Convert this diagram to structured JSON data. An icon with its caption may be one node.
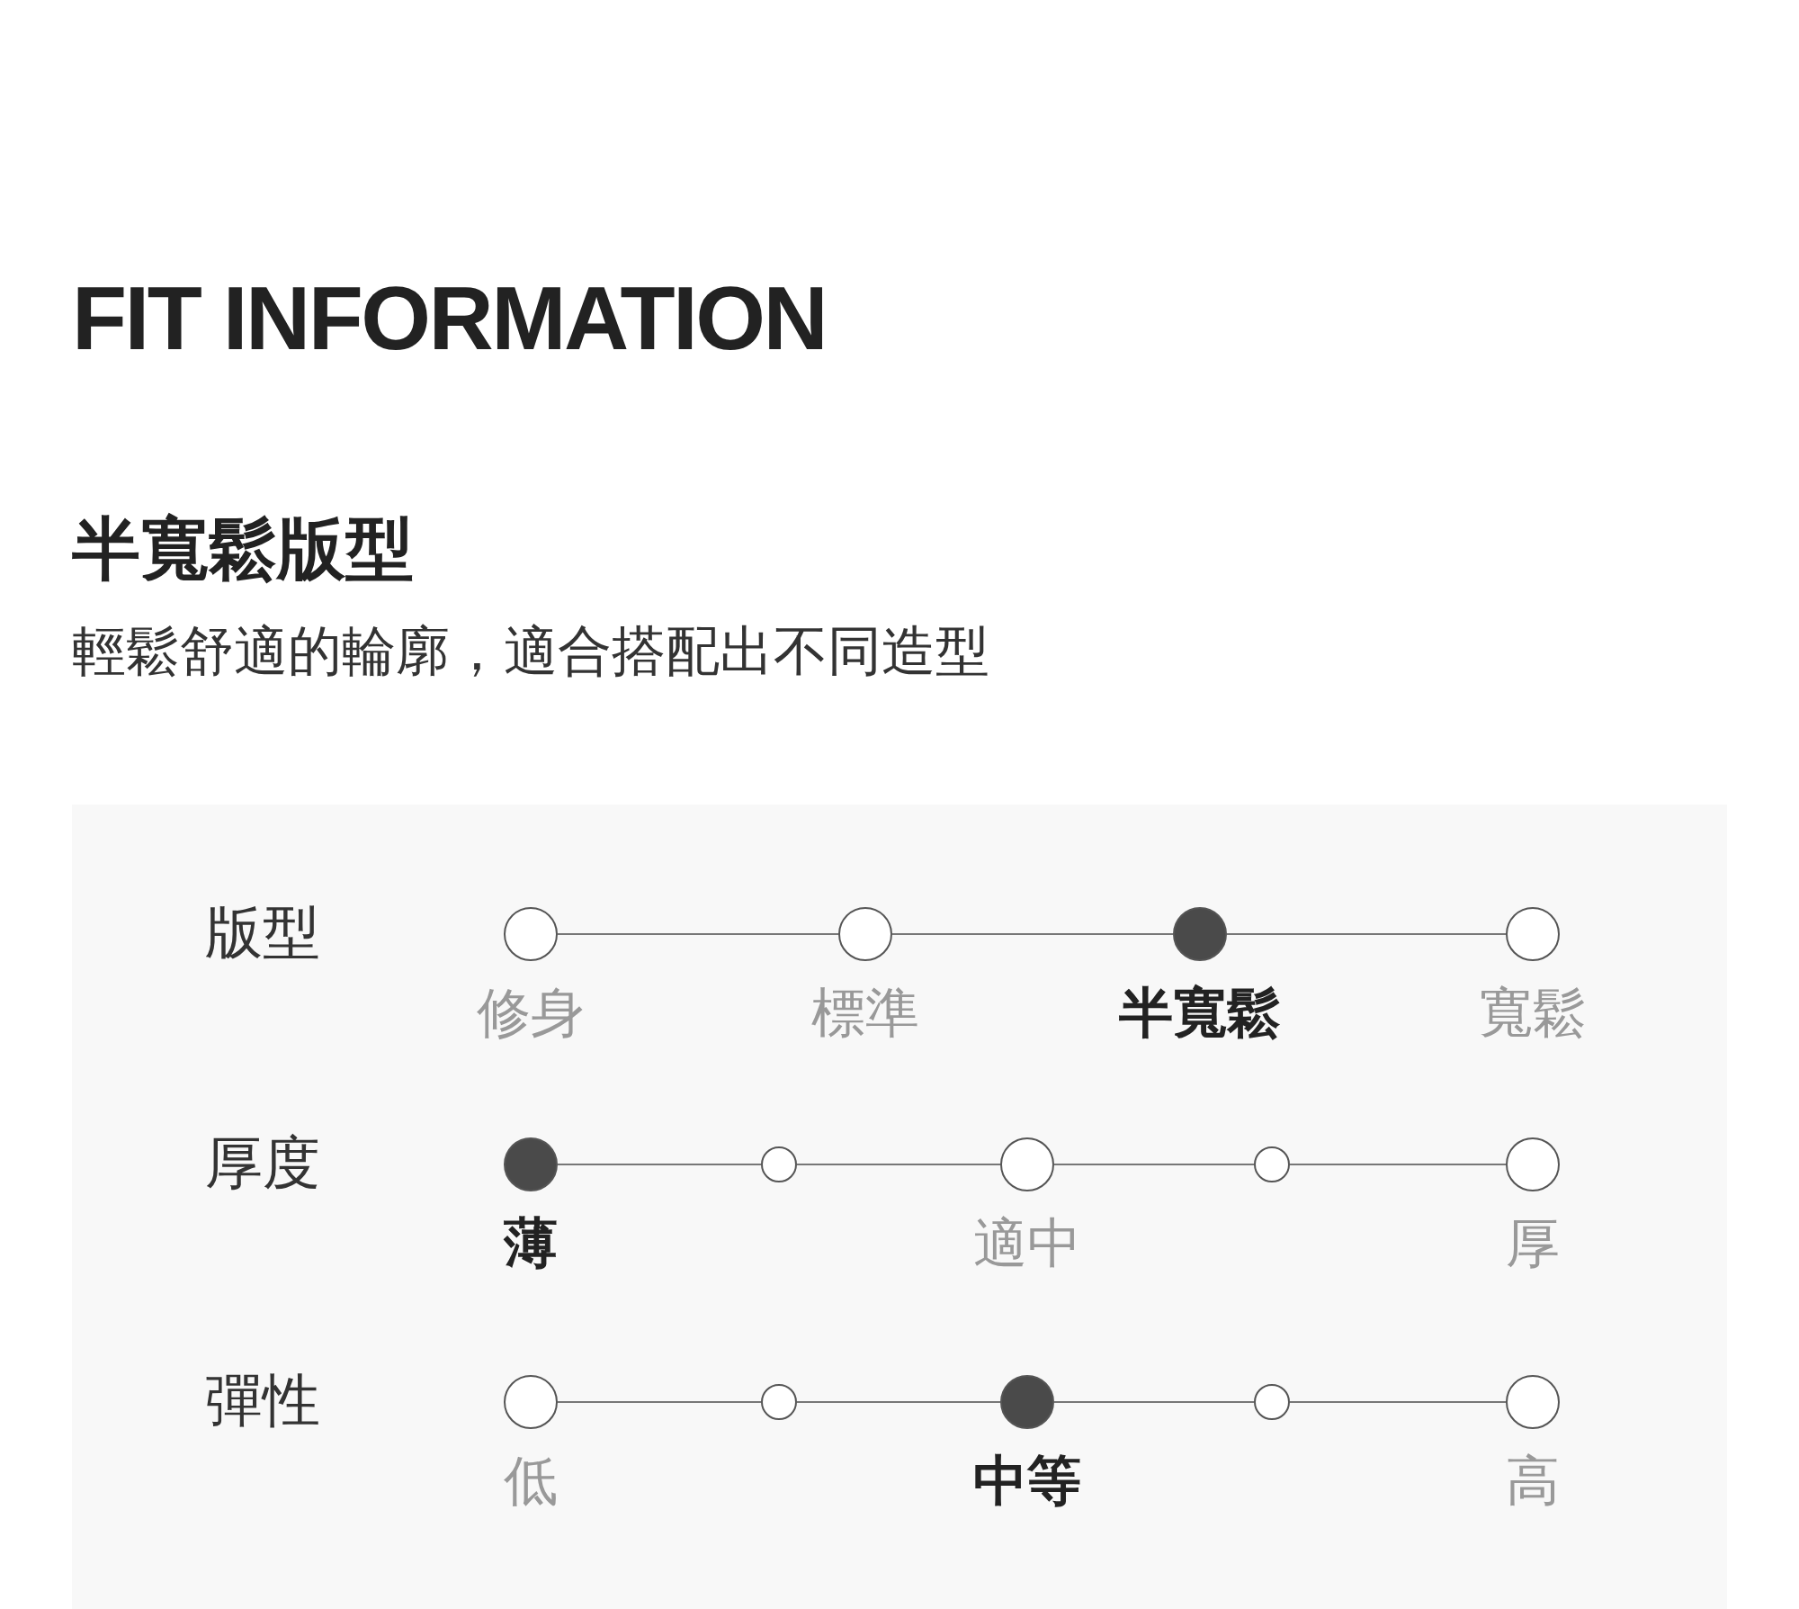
{
  "diagram": {
    "title": "FIT INFORMATION",
    "nodes": [
      {
        "text": [],
        "shape": "circle",
        "beside": [
          "修身"
        ]
      },
      {
        "text": [],
        "shape": "circle",
        "beside": [
          "標準"
        ]
      },
      {
        "text": [],
        "shape": "dot",
        "beside": [
          "半寬鬆"
        ]
      },
      {
        "text": [],
        "shape": "circle",
        "beside": [
          "寬鬆"
        ]
      },
      {
        "text": [],
        "shape": "dot",
        "beside": [
          "薄"
        ]
      },
      {
        "text": [],
        "shape": "circle"
      },
      {
        "text": [],
        "shape": "circle",
        "beside": [
          "適中"
        ]
      },
      {
        "text": [],
        "shape": "circle"
      },
      {
        "text": [],
        "shape": "circle",
        "beside": [
          "厚"
        ]
      },
      {
        "text": [],
        "shape": "circle",
        "beside": [
          "低"
        ]
      },
      {
        "text": [],
        "shape": "circle"
      },
      {
        "text": [],
        "shape": "dot",
        "beside": [
          "中等"
        ]
      },
      {
        "text": [],
        "shape": "circle"
      },
      {
        "text": [],
        "shape": "circle",
        "beside": [
          "高"
        ]
      }
    ],
    "edges": [
      {
        "from": 0,
        "to": 1,
        "arrow": "none"
      },
      {
        "from": 1,
        "to": 2,
        "arrow": "none"
      },
      {
        "from": 2,
        "to": 3,
        "arrow": "none"
      },
      {
        "from": 4,
        "to": 5,
        "arrow": "none"
      },
      {
        "from": 5,
        "to": 6,
        "arrow": "none"
      },
      {
        "from": 6,
        "to": 7,
        "arrow": "none"
      },
      {
        "from": 7,
        "to": 8,
        "arrow": "none"
      },
      {
        "from": 9,
        "to": 10,
        "arrow": "none"
      },
      {
        "from": 10,
        "to": 11,
        "arrow": "none"
      },
      {
        "from": 11,
        "to": 12,
        "arrow": "none"
      },
      {
        "from": 12,
        "to": 13,
        "arrow": "none"
      }
    ],
    "labels": [
      "半寬鬆版型",
      "輕鬆舒適的輪廓，適合搭配出不同造型",
      "版型",
      "厚度",
      "彈性"
    ]
  }
}
